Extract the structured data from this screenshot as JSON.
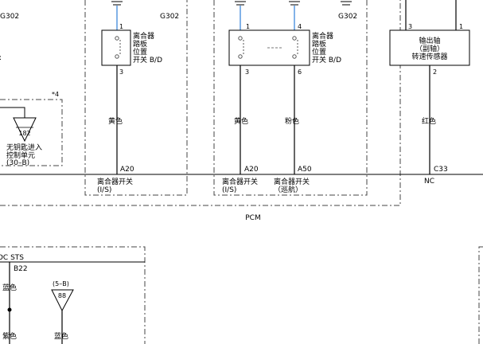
{
  "grounds": {
    "left": "G302",
    "middle": "G302",
    "right": "G302"
  },
  "switches": [
    {
      "pins": [
        "1",
        "3"
      ],
      "label_lines": [
        "离合器",
        "踏板",
        "位置",
        "开关 B/D"
      ],
      "wire_color": "黄色",
      "pcm_pin": "A20",
      "pcm_label_lines": [
        "离合器开关",
        "(I/S)"
      ]
    },
    {
      "pins": [
        "1",
        "3",
        "4",
        "6"
      ],
      "label_lines": [
        "离合器",
        "踏板",
        "位置",
        "开关 B/D"
      ],
      "wire_colors": [
        "黄色",
        "粉色"
      ],
      "pcm_pins": [
        "A20",
        "A50"
      ],
      "pcm_labels": [
        [
          "离合器开关",
          "(I/S)"
        ],
        [
          "离合器开关",
          "（巡航）"
        ]
      ]
    }
  ],
  "sensor": {
    "pins": [
      "3",
      "1",
      "2"
    ],
    "label_lines": [
      "输出轴",
      "（副轴）",
      "转速传感器"
    ],
    "wire_color": "红色",
    "pcm_pin": "C33",
    "pcm_label": "NC"
  },
  "keyless": {
    "note": "*4",
    "connector": "182",
    "label_lines": [
      "无钥匙进入",
      "控制单元",
      "(30–B)"
    ]
  },
  "pcm": {
    "label": "PCM"
  },
  "lower": {
    "header": "DC STS",
    "pin": "B22",
    "wire_top": "蓝色",
    "wire_bottom_left": "紫色",
    "connector_ref": "(5–B)",
    "connector": "88",
    "wire_bottom_right": "蓝色"
  }
}
